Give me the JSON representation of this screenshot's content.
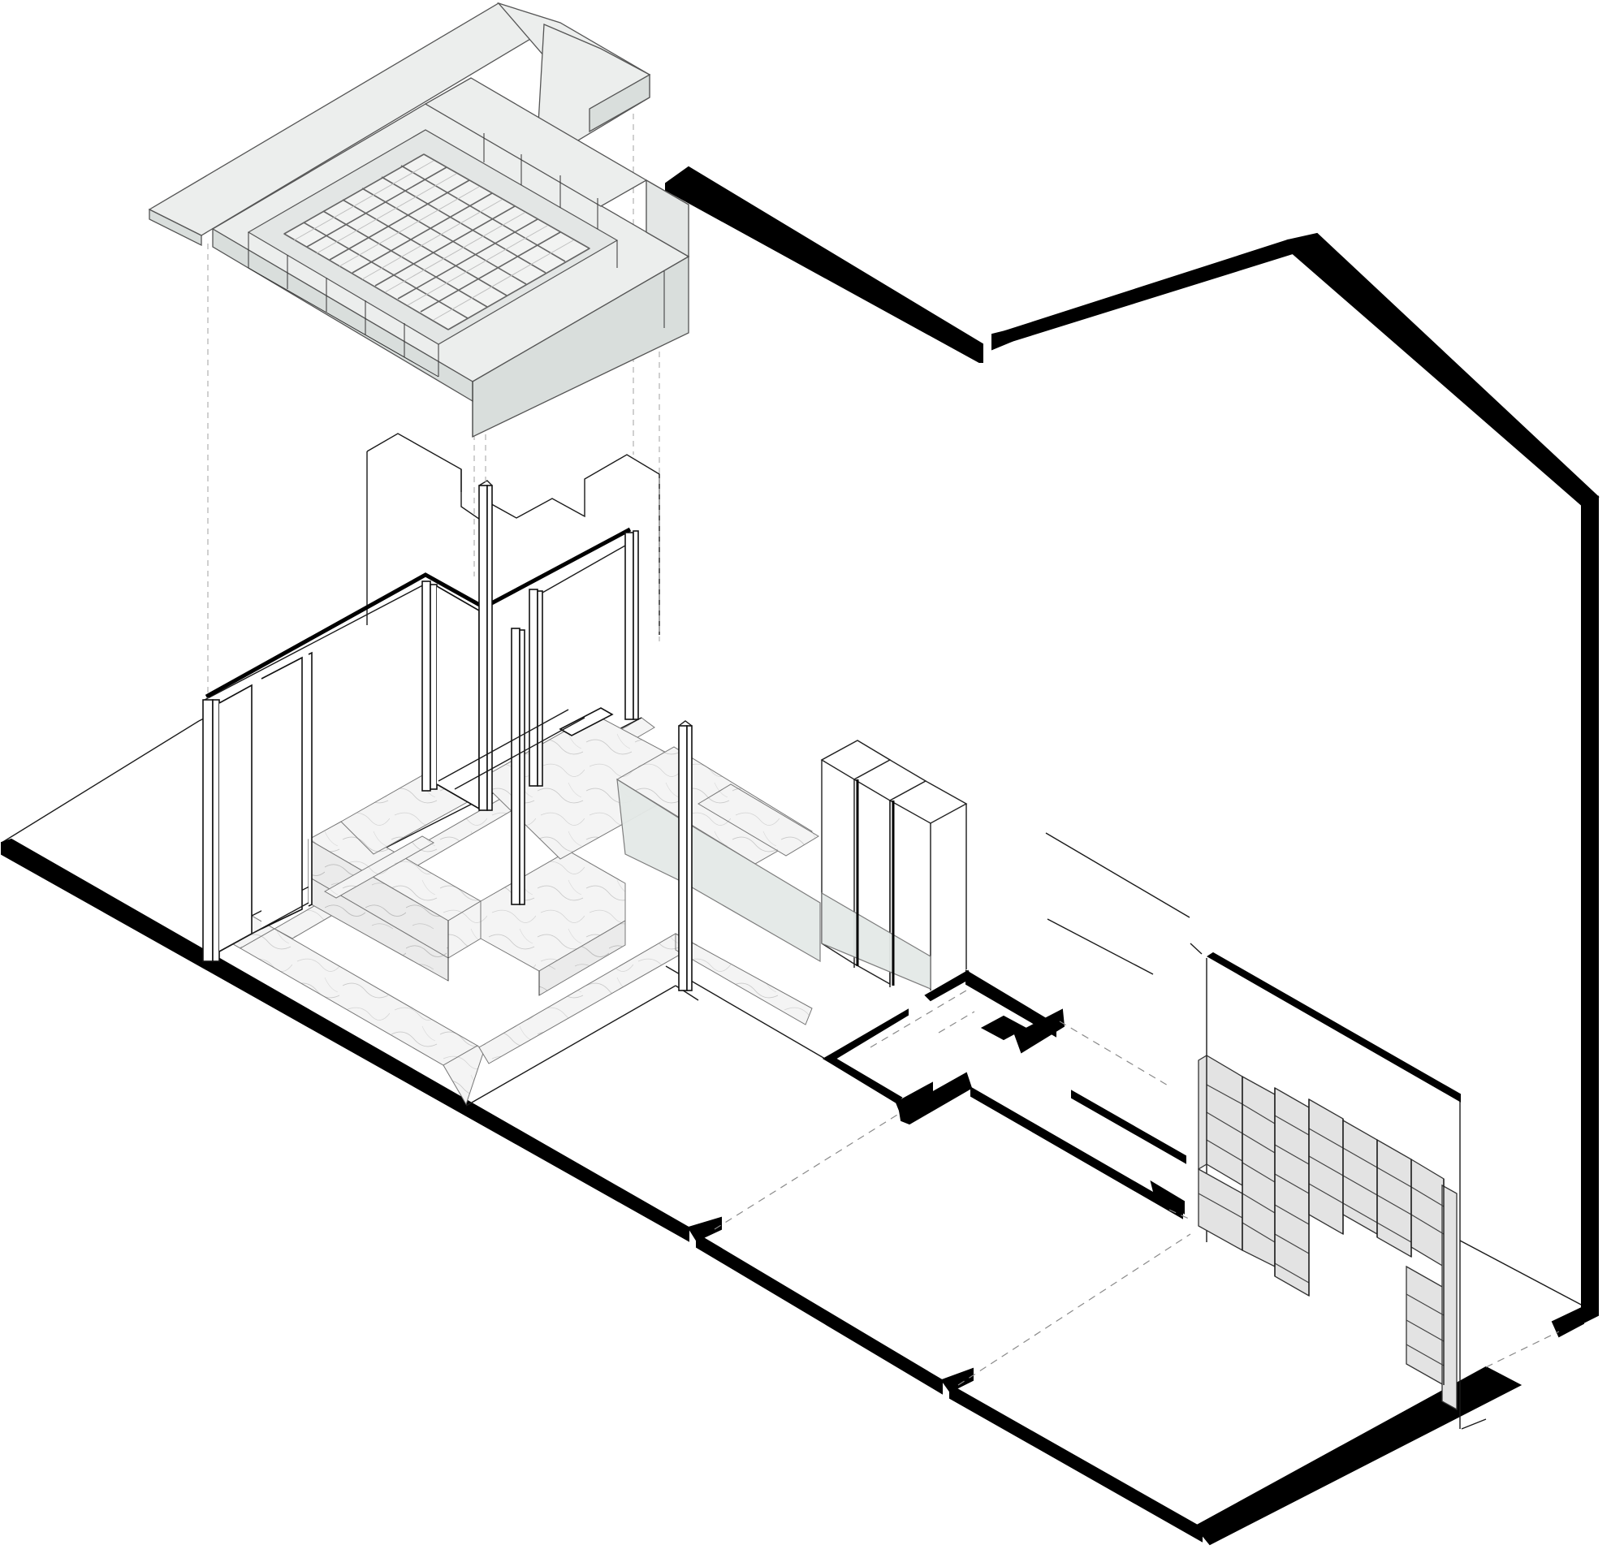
{
  "diagram": {
    "kind": "exploded axonometric floor plan",
    "labels": [],
    "colors": {
      "wall": "#000000",
      "line": "#1a1a1a",
      "roof_fill": "#eceeed",
      "roof_side": "#d9dedc",
      "glass": "#e4e9e7",
      "marble": "#f3f3f3",
      "shelf": "#e3e3e3",
      "background": "#ffffff"
    },
    "components": [
      "roof-skylight-panel",
      "glass-partition-frames",
      "marble-tiled-floor",
      "marble-bench",
      "tall-cabinets",
      "bookshelf-wall",
      "exterior-walls",
      "door-openings"
    ]
  }
}
